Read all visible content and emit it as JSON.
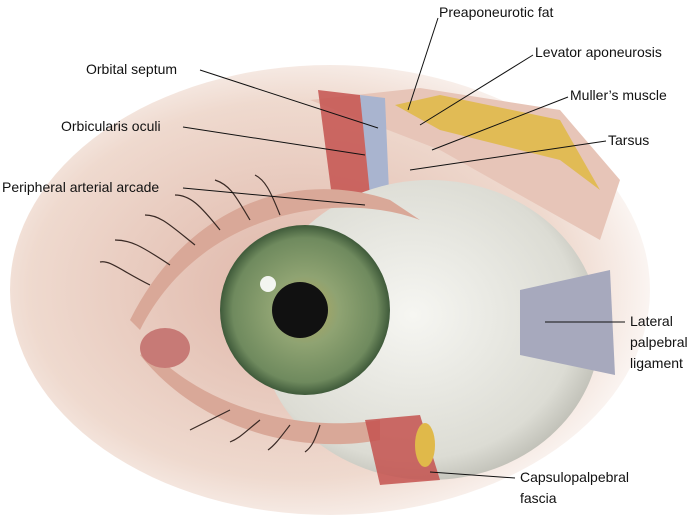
{
  "labels": {
    "preaponeurotic_fat": "Preaponeurotic fat",
    "levator_aponeurosis": "Levator aponeurosis",
    "orbital_septum": "Orbital septum",
    "mullers_muscle": "Muller’s muscle",
    "orbicularis_oculi": "Orbicularis oculi",
    "tarsus": "Tarsus",
    "peripheral_arterial_arcade": "Peripheral arterial arcade",
    "lateral_palpebral_ligament": [
      "Lateral",
      "palpebral",
      "ligament"
    ],
    "capsulopalpebral_fascia": [
      "Capsulopalpebral",
      "fascia"
    ]
  },
  "colors": {
    "skin": "#e9cfc0",
    "sclera": "#ecece6",
    "iris": "#7f9668",
    "pupil": "#111111",
    "muscle": "#c4524f",
    "fat": "#e0b94a"
  }
}
